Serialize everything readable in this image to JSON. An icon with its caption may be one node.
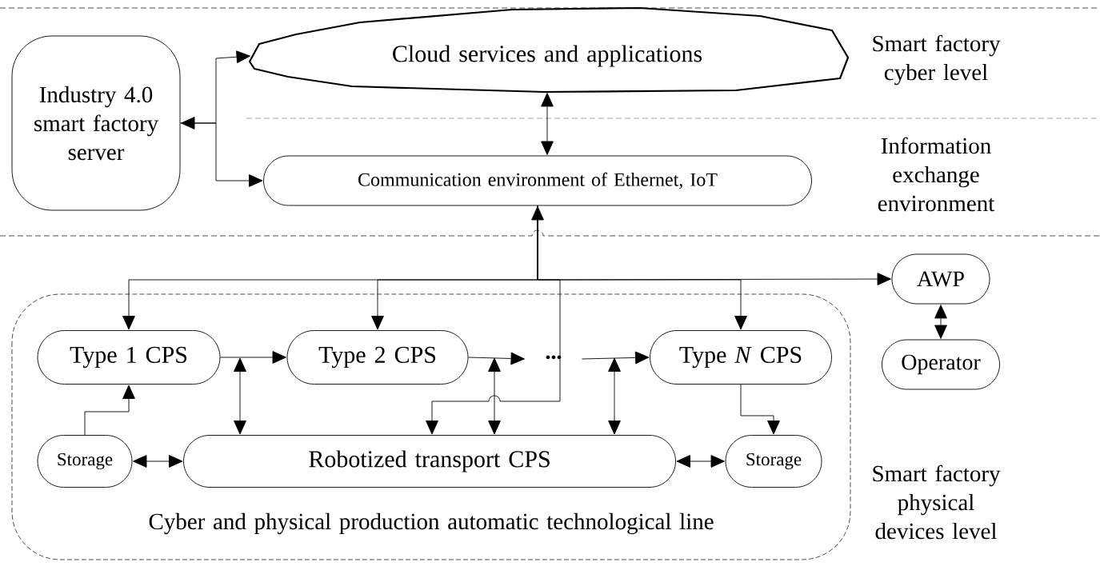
{
  "diagram": {
    "nodes": [
      {
        "text": [
          "Industry 4.0 smart factory server"
        ]
      },
      {
        "text": [
          "Cloud services and applications"
        ]
      },
      {
        "text": [
          "Communication environment of Ethernet, IoT"
        ]
      },
      {
        "text": [
          "AWP"
        ]
      },
      {
        "text": [
          "Operator"
        ]
      },
      {
        "text": [
          "Cyber and physical production automatic technological line"
        ]
      },
      {
        "text": [
          "Type 1 CPS"
        ],
        "in": 5
      },
      {
        "text": [
          "Type 2 CPS"
        ],
        "in": 5
      },
      {
        "text": [
          "•••"
        ],
        "in": 5
      },
      {
        "text": [
          "Type *N* CPS"
        ],
        "in": 5
      },
      {
        "text": [
          "Storage"
        ],
        "in": 5
      },
      {
        "text": [
          "Robotized transport CPS"
        ],
        "in": 5
      },
      {
        "text": [
          "Storage"
        ],
        "in": 5
      }
    ],
    "edges": [
      {
        "from": 0,
        "to": 1,
        "arrow": "both"
      },
      {
        "from": 0,
        "to": 2,
        "arrow": "to"
      },
      {
        "from": 1,
        "to": 2,
        "arrow": "both"
      },
      {
        "from": 2,
        "to": 6,
        "arrow": "both"
      },
      {
        "from": 2,
        "to": 7,
        "arrow": "to"
      },
      {
        "from": 2,
        "to": 9,
        "arrow": "to"
      },
      {
        "from": 2,
        "to": 3,
        "arrow": "to"
      },
      {
        "from": 2,
        "to": 11,
        "arrow": "to"
      },
      {
        "from": 6,
        "to": 7,
        "arrow": "to"
      },
      {
        "from": 7,
        "to": 8,
        "arrow": "to"
      },
      {
        "from": 8,
        "to": 9,
        "arrow": "to"
      },
      {
        "from": null,
        "to": 11,
        "arrow": "both"
      },
      {
        "from": null,
        "to": 11,
        "arrow": "both"
      },
      {
        "from": null,
        "to": 11,
        "arrow": "both"
      },
      {
        "from": 10,
        "to": 6,
        "arrow": "to"
      },
      {
        "from": 9,
        "to": 12,
        "arrow": "to"
      },
      {
        "from": 10,
        "to": 11,
        "arrow": "both"
      },
      {
        "from": 11,
        "to": 12,
        "arrow": "both"
      },
      {
        "from": 3,
        "to": 4,
        "arrow": "both"
      }
    ],
    "labels": [
      "Smart factory cyber level",
      "Information exchange environment",
      "Smart factory physical devices level"
    ]
  }
}
